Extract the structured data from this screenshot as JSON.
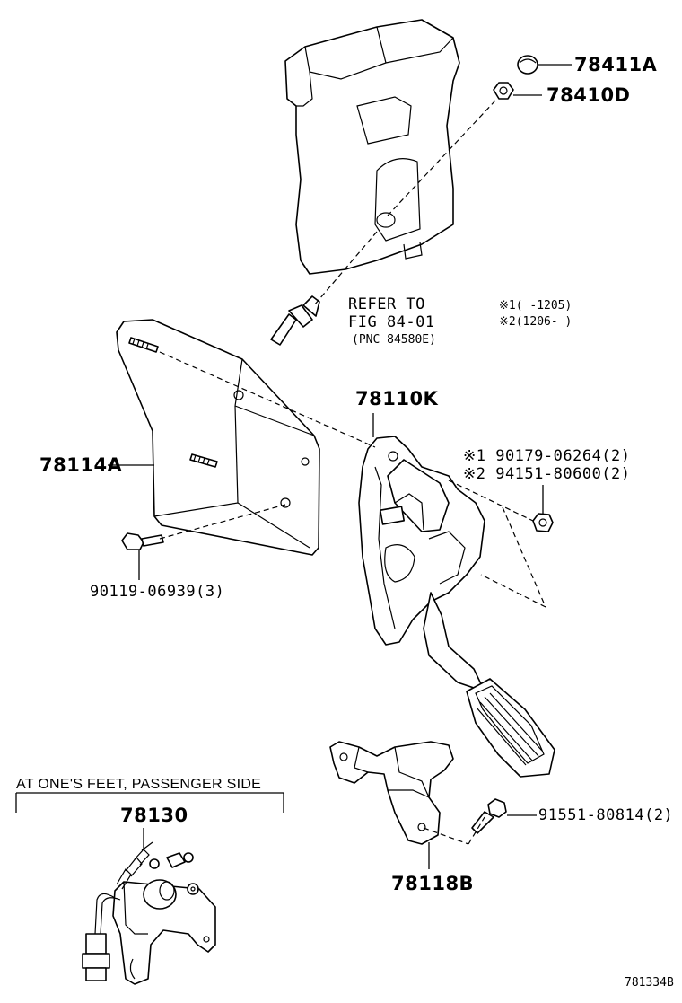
{
  "labels": {
    "p78411A": "78411A",
    "p78410D": "78410D",
    "refer_line1": "REFER TO",
    "refer_line2": "FIG 84-01",
    "refer_line3": "(PNC 84580E)",
    "note1": "※1(  -1205)",
    "note2": "※2(1206-  )",
    "p78110K": "78110K",
    "p78114A": "78114A",
    "p90179": "※1 90179-06264(2)",
    "p94151": "※2 94151-80600(2)",
    "p90119": "90119-06939(3)",
    "p91551": "91551-80814(2)",
    "p78118B": "78118B",
    "passenger_caption": "AT ONE'S FEET, PASSENGER SIDE",
    "p78130": "78130",
    "fig_number": "781334B"
  }
}
